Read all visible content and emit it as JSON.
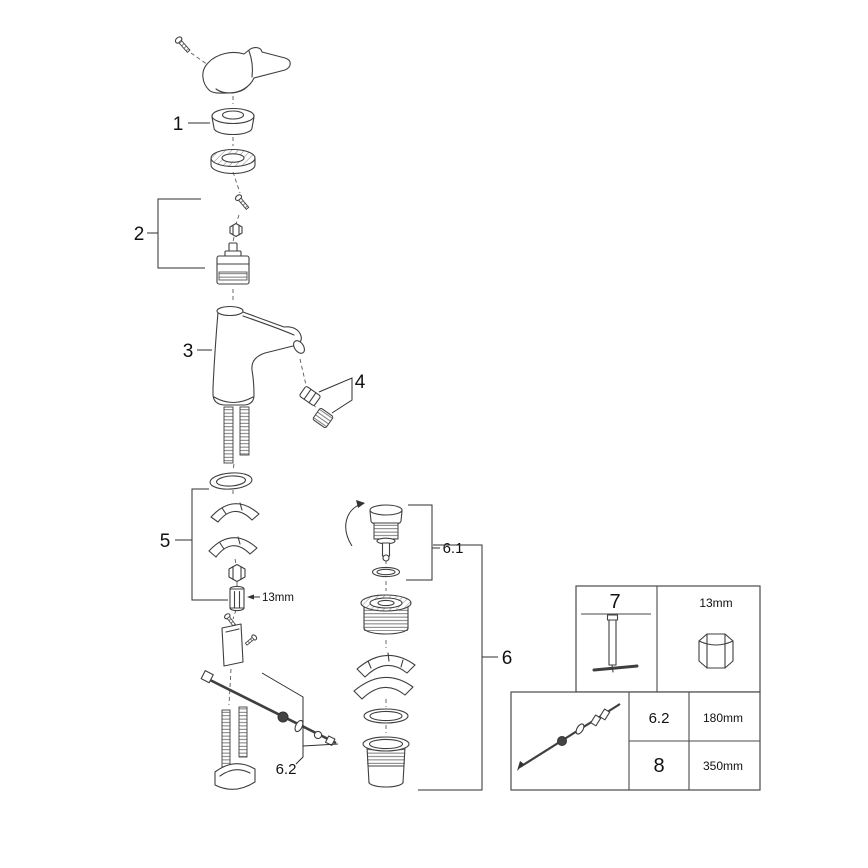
{
  "style": {
    "line_color": "#3f3f3f",
    "background": "#ffffff"
  },
  "callouts": {
    "part1": "1",
    "part2": "2",
    "part3": "3",
    "part4": "4",
    "part5": "5",
    "part6": "6",
    "part6_1": "6.1",
    "part6_2": "6.2"
  },
  "annotations": {
    "bolt_wrench_size": "13mm"
  },
  "panels": {
    "tool": {
      "ref": "7",
      "nut_size": "13mm"
    },
    "rods": {
      "rows": [
        {
          "ref": "6.2",
          "length": "180mm"
        },
        {
          "ref": "8",
          "length": "350mm"
        }
      ]
    }
  }
}
